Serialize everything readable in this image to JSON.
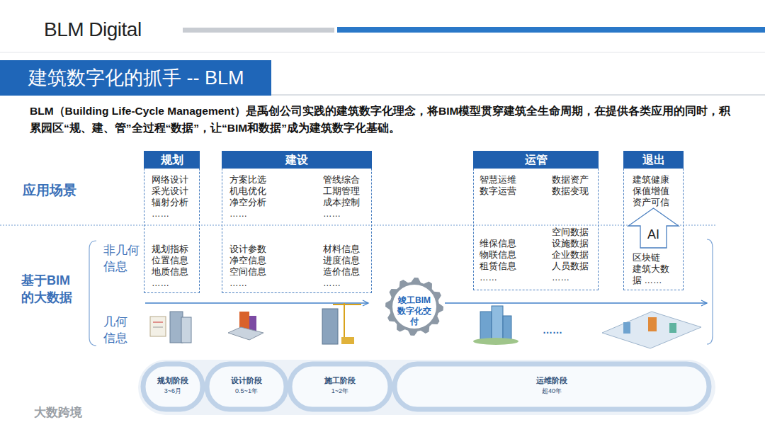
{
  "diagram": {
    "title": "建筑数字化的抓手 -- BLM",
    "nodes": [
      {
        "text": [
          "规划",
          "网络设计 采光设计 辐射分析 ……",
          "规划指标 位置信息 地质信息 ……"
        ]
      },
      {
        "text": [
          "建设",
          "方案比选 机电优化 净空分析 ……",
          "管线综合 工期管理 成本控制 ……",
          "设计参数 净空信息 空间信息 ……",
          "材料信息 进度信息 造价信息 ……"
        ]
      },
      {
        "text": [
          "运管",
          "智慧运维 数字运营",
          "数据资产 数据变现",
          "维保信息 物联信息 租赁信息 ……",
          "空间数据 设施数据 企业数据 人员数据 ……"
        ]
      },
      {
        "text": [
          "退出",
          "建筑健康 保值增值 资产可信",
          "区块链 建筑大数据 ……"
        ]
      },
      {
        "text": [
          "AI"
        ],
        "in": 3
      },
      {
        "text": [
          "竣工BIM 数字化交付"
        ]
      },
      {
        "text": [
          "规划阶段",
          "3~6月"
        ]
      },
      {
        "text": [
          "设计阶段",
          "0.5~1年"
        ]
      },
      {
        "text": [
          "施工阶段",
          "1~2年"
        ]
      },
      {
        "text": [
          "运维阶段",
          "超40年"
        ]
      }
    ],
    "labels": [
      "BLM Digital",
      "BLM（Building Life-Cycle Management）是禹创公司实践的建筑数字化理念，将BIM模型贯穿建筑全生命周期，在提供各类应用的同时，积累园区“规、建、管”全过程“数据”，让“BIM和数据”成为建筑数字化基础。",
      "应用场景",
      "基于BIM 的大数据",
      "非几何 信息",
      "几何 信息",
      "……",
      "大数跨境"
    ]
  }
}
